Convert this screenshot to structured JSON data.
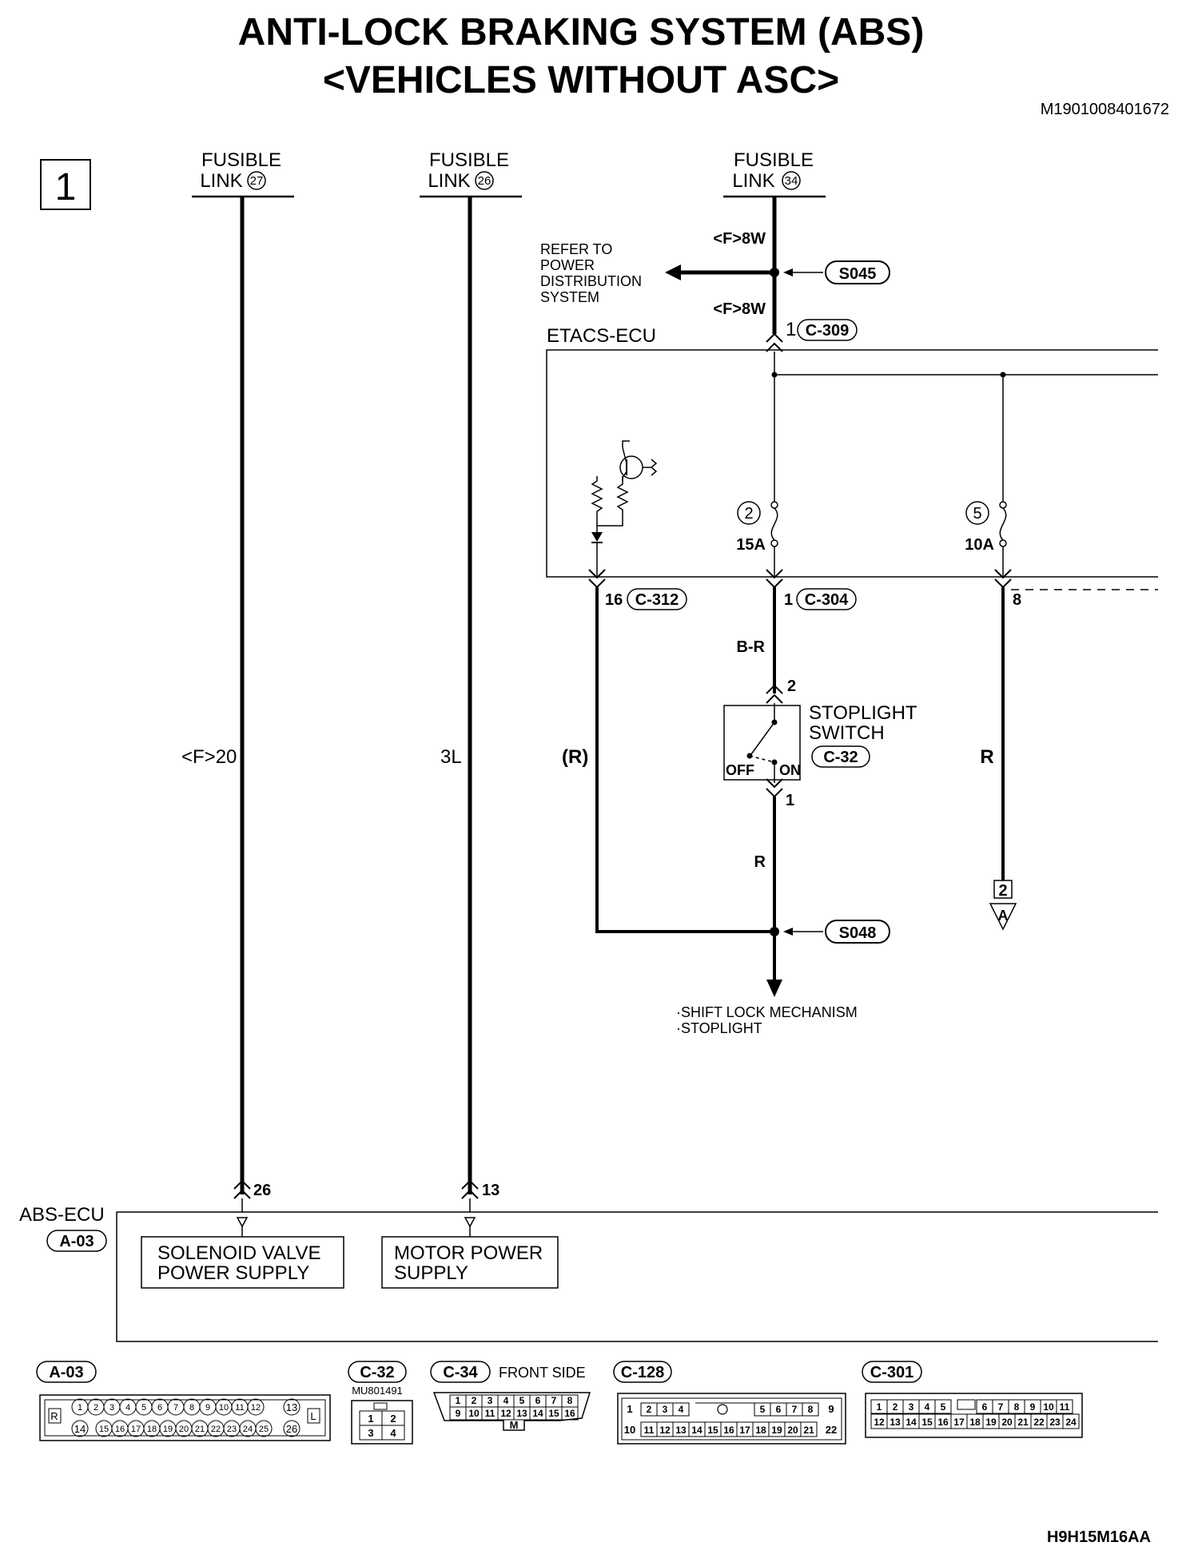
{
  "title": {
    "line1": "ANTI-LOCK BRAKING SYSTEM (ABS)",
    "line2": "<VEHICLES WITHOUT ASC>"
  },
  "doc_code": "M1901008401672",
  "footer_code": "H9H15M16AA",
  "page_number": "1",
  "fusible_links": [
    {
      "line1": "FUSIBLE",
      "line2": "LINK",
      "num": "27"
    },
    {
      "line1": "FUSIBLE",
      "line2": "LINK",
      "num": "26"
    },
    {
      "line1": "FUSIBLE",
      "line2": "LINK",
      "num": "34"
    }
  ],
  "wires": {
    "fl27": "<F>20",
    "fl26": "3L",
    "etacs_16": "(R)",
    "fl34_upper": "<F>8W",
    "fl34_lower": "<F>8W",
    "stop_upper": "B-R",
    "stop_lower": "R",
    "etacs_8": "R"
  },
  "refer_note": [
    "REFER TO",
    "POWER",
    "DISTRIBUTION",
    "SYSTEM"
  ],
  "splices": {
    "upper": "S045",
    "lower": "S048"
  },
  "etacs": {
    "label": "ETACS-ECU",
    "input_pin": "1",
    "input_conn": "C-309",
    "fuse_2": {
      "num": "2",
      "rating": "15A"
    },
    "fuse_5": {
      "num": "5",
      "rating": "10A"
    },
    "out_16": {
      "pin": "16",
      "conn": "C-312"
    },
    "out_1": {
      "pin": "1",
      "conn": "C-304"
    },
    "out_8": {
      "pin": "8"
    }
  },
  "stoplight_switch": {
    "line1": "STOPLIGHT",
    "line2": "SWITCH",
    "conn": "C-32",
    "pin_top": "2",
    "pin_bottom": "1",
    "off": "OFF",
    "on": "ON"
  },
  "continuation": {
    "box": "2",
    "letter": "A"
  },
  "destinations": [
    "·SHIFT LOCK MECHANISM",
    "·STOPLIGHT"
  ],
  "abs_ecu": {
    "label": "ABS-ECU",
    "conn": "A-03",
    "pin_26": "26",
    "pin_13": "13",
    "solenoid": [
      "SOLENOID VALVE",
      "POWER SUPPLY"
    ],
    "motor": [
      "MOTOR POWER",
      "SUPPLY"
    ]
  },
  "connectors": {
    "a03": {
      "label": "A-03",
      "left_mark": "R",
      "right_mark": "L",
      "top_row": [
        "1",
        "2",
        "3",
        "4",
        "5",
        "6",
        "7",
        "8",
        "9",
        "10",
        "11",
        "12"
      ],
      "top_right": "13",
      "bottom_left": "14",
      "bottom_row": [
        "15",
        "16",
        "17",
        "18",
        "19",
        "20",
        "21",
        "22",
        "23",
        "24",
        "25"
      ],
      "bottom_right": "26"
    },
    "c32": {
      "label": "C-32",
      "part": "MU801491",
      "pins": [
        "1",
        "2",
        "3",
        "4"
      ]
    },
    "c34": {
      "label": "C-34",
      "side": "FRONT SIDE",
      "top_row": [
        "1",
        "2",
        "3",
        "4",
        "5",
        "6",
        "7",
        "8"
      ],
      "bottom_row": [
        "9",
        "10",
        "11",
        "12",
        "13",
        "14",
        "15",
        "16"
      ],
      "bottom_tab": "M"
    },
    "c128": {
      "label": "C-128",
      "top_left": "1",
      "top_a": [
        "2",
        "3",
        "4"
      ],
      "top_b": [
        "5",
        "6",
        "7",
        "8"
      ],
      "top_right": "9",
      "bottom_left": "10",
      "bottom_row": [
        "11",
        "12",
        "13",
        "14",
        "15",
        "16",
        "17",
        "18",
        "19",
        "20",
        "21"
      ],
      "bottom_right": "22"
    },
    "c301": {
      "label": "C-301",
      "top_a": [
        "1",
        "2",
        "3",
        "4",
        "5"
      ],
      "top_b": [
        "6",
        "7",
        "8",
        "9",
        "10",
        "11"
      ],
      "bottom_row": [
        "12",
        "13",
        "14",
        "15",
        "16",
        "17",
        "18",
        "19",
        "20",
        "21",
        "22",
        "23",
        "24"
      ]
    }
  }
}
